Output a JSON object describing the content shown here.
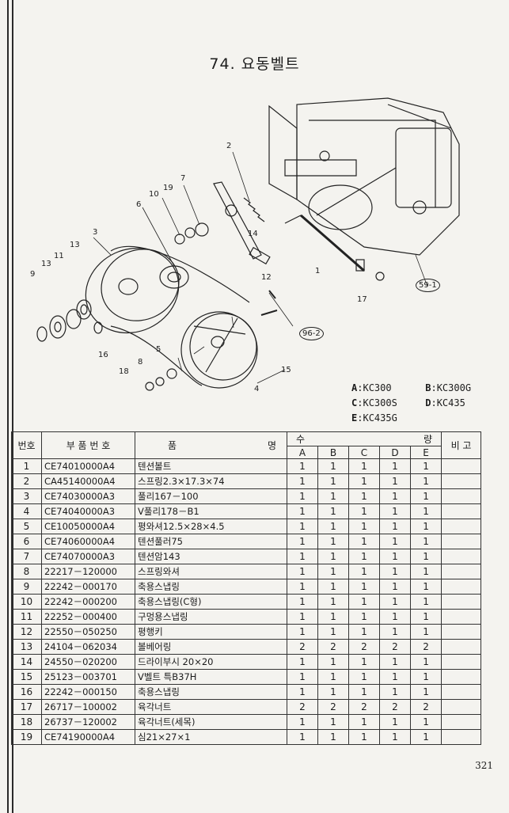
{
  "title": "74. 요동벨트",
  "callouts": [
    "1",
    "2",
    "3",
    "4",
    "5",
    "6",
    "7",
    "8",
    "9",
    "10",
    "11",
    "12",
    "13",
    "13",
    "14",
    "15",
    "16",
    "17",
    "18",
    "19"
  ],
  "refs": [
    "59-1",
    "96-2"
  ],
  "ref_separator": "-",
  "model_legend": [
    {
      "key": "A",
      "model": "KC300"
    },
    {
      "key": "B",
      "model": "KC300G"
    },
    {
      "key": "C",
      "model": "KC300S"
    },
    {
      "key": "D",
      "model": "KC435"
    },
    {
      "key": "E",
      "model": "KC435G"
    }
  ],
  "table": {
    "headers": {
      "no": "번호",
      "part_no": "부 품 번 호",
      "name_left": "품",
      "name_right": "명",
      "qty_left": "수",
      "qty_right": "량",
      "remark": "비 고",
      "cols": [
        "A",
        "B",
        "C",
        "D",
        "E"
      ]
    },
    "rows": [
      {
        "no": "1",
        "part": "CE74010000A4",
        "name": "텐션볼트",
        "q": [
          "1",
          "1",
          "1",
          "1",
          "1"
        ]
      },
      {
        "no": "2",
        "part": "CA45140000A4",
        "name": "스프링2.3×17.3×74",
        "q": [
          "1",
          "1",
          "1",
          "1",
          "1"
        ]
      },
      {
        "no": "3",
        "part": "CE74030000A3",
        "name": "풀리167－100",
        "q": [
          "1",
          "1",
          "1",
          "1",
          "1"
        ]
      },
      {
        "no": "4",
        "part": "CE74040000A3",
        "name": "V풀리178－B1",
        "q": [
          "1",
          "1",
          "1",
          "1",
          "1"
        ]
      },
      {
        "no": "5",
        "part": "CE10050000A4",
        "name": "평와셔12.5×28×4.5",
        "q": [
          "1",
          "1",
          "1",
          "1",
          "1"
        ]
      },
      {
        "no": "6",
        "part": "CE74060000A4",
        "name": "텐션풀러75",
        "q": [
          "1",
          "1",
          "1",
          "1",
          "1"
        ]
      },
      {
        "no": "7",
        "part": "CE74070000A3",
        "name": "텐션암143",
        "q": [
          "1",
          "1",
          "1",
          "1",
          "1"
        ]
      },
      {
        "no": "8",
        "part": "22217－120000",
        "name": "스프링와셔",
        "q": [
          "1",
          "1",
          "1",
          "1",
          "1"
        ]
      },
      {
        "no": "9",
        "part": "22242－000170",
        "name": "축용스냅링",
        "q": [
          "1",
          "1",
          "1",
          "1",
          "1"
        ]
      },
      {
        "no": "10",
        "part": "22242－000200",
        "name": "축용스냅링(C형)",
        "q": [
          "1",
          "1",
          "1",
          "1",
          "1"
        ]
      },
      {
        "no": "11",
        "part": "22252－000400",
        "name": "구멍용스냅링",
        "q": [
          "1",
          "1",
          "1",
          "1",
          "1"
        ]
      },
      {
        "no": "12",
        "part": "22550－050250",
        "name": "평행키",
        "q": [
          "1",
          "1",
          "1",
          "1",
          "1"
        ]
      },
      {
        "no": "13",
        "part": "24104－062034",
        "name": "볼베어링",
        "q": [
          "2",
          "2",
          "2",
          "2",
          "2"
        ]
      },
      {
        "no": "14",
        "part": "24550－020200",
        "name": "드라이부시 20×20",
        "q": [
          "1",
          "1",
          "1",
          "1",
          "1"
        ]
      },
      {
        "no": "15",
        "part": "25123－003701",
        "name": "V벨트 특B37H",
        "q": [
          "1",
          "1",
          "1",
          "1",
          "1"
        ]
      },
      {
        "no": "16",
        "part": "22242－000150",
        "name": "축용스냅링",
        "q": [
          "1",
          "1",
          "1",
          "1",
          "1"
        ]
      },
      {
        "no": "17",
        "part": "26717－100002",
        "name": "육각너트",
        "q": [
          "2",
          "2",
          "2",
          "2",
          "2"
        ]
      },
      {
        "no": "18",
        "part": "26737－120002",
        "name": "육각너트(세목)",
        "q": [
          "1",
          "1",
          "1",
          "1",
          "1"
        ]
      },
      {
        "no": "19",
        "part": "CE74190000A4",
        "name": "심21×27×1",
        "q": [
          "1",
          "1",
          "1",
          "1",
          "1"
        ]
      }
    ]
  },
  "page_number": "321"
}
